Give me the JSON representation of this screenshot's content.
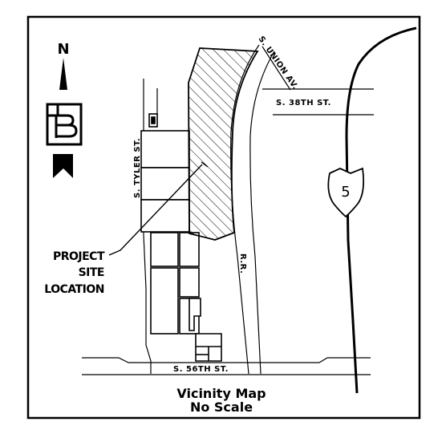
{
  "map": {
    "title_line1": "Vicinity Map",
    "title_line2": "No Scale",
    "north_label": "N",
    "project_site": [
      "PROJECT",
      "SITE",
      "LOCATION"
    ],
    "interstate_number": "5",
    "roads": {
      "union": "S. UNION AV.",
      "s38": "S. 38TH ST.",
      "tyler": "S. TYLER ST.",
      "railroad": "R.R.",
      "s56": "S. 56TH ST."
    },
    "colors": {
      "ink": "#000000",
      "paper": "#ffffff"
    },
    "icons": [
      "north-arrow-icon",
      "logo-b-icon",
      "interstate-shield-icon"
    ]
  }
}
